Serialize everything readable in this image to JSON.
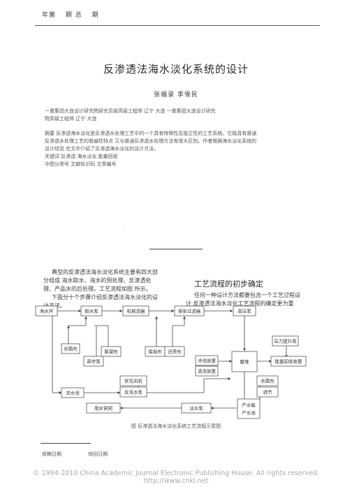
{
  "header": {
    "items": [
      "年第",
      "期 总",
      "期"
    ]
  },
  "title": "反渗透法海水淡化系统的设计",
  "authors": "张福录 李雪民",
  "affiliation": [
    "一重集团大连设计研究院研究员级高级工程师 辽宁 大连 一重集团大连设计研究",
    "院高级工程师 辽宁 大连"
  ],
  "abstract": [
    "摘要 反渗透海水淡化是反渗透水处理工艺中的一个具有特殊性及独立性的工艺系统。它既具有普通",
    "反渗透水处理工艺的普遍性特点 又与普通反渗透水处理方法有很大区别。作者根据海水淡化系统的",
    "设计经验 在文中介绍了反渗透海水淡化的设计方法。"
  ],
  "keywords": "关键词 反渗透 海水淡化 能量回收",
  "classification": "中图分类号 文献标识码 文章编号",
  "mark": "′",
  "body_left": [
    "典型的反渗透法海水淡化系统主要有四大部",
    "分组成 海水取水、海水的预处理、反渗透处",
    "理、产品水的后处理。工艺流程如图 所示。",
    "下面分十个步骤介绍反渗透法海水淡化的设",
    "计方法。"
  ],
  "section_title": "工艺流程的初步确定",
  "body_right": [
    "任何一种设计方法都要包含一个工艺过程设",
    "计 反渗透法海水淡化工艺流程的确定更为重"
  ],
  "figure": {
    "nodes": {
      "seawater_well": "海水井",
      "seawater_pump": "取水泵",
      "mech_filter": "机械滤器",
      "security_filter": "保安过滤器",
      "hp_pump": "高压泵",
      "pressure_booster": "压力提升泵",
      "sterilant": "杀菌剂",
      "coagulant": "絮凝剂",
      "clean_tank": "真空泵",
      "scale_inhibitor": "阻垢剂",
      "reductant": "还原剂",
      "flush_device": "冲洗装置",
      "clean_device": "清洗装置",
      "membrane": "膜堆",
      "energy_recovery": "能量回收装置",
      "wash_water": "浓水池",
      "backwash_fan": "罗茨风机",
      "backwash_pump": "反洗水泵",
      "sterilant2": "杀菌剂",
      "adjust": "调节",
      "user_network": "用水管网",
      "product_pump": "淡水泵",
      "product_tank_1": "产水箱",
      "product_tank_2": "产水池"
    }
  },
  "caption": "图 反渗透法海水淡化系统工艺流程示意图",
  "footer": [
    "收稿日期",
    "修回日期"
  ],
  "copyright": "© 1994-2010 China Academic Journal Electronic Publishing House. All rights reserved. http://www.cnki.net"
}
